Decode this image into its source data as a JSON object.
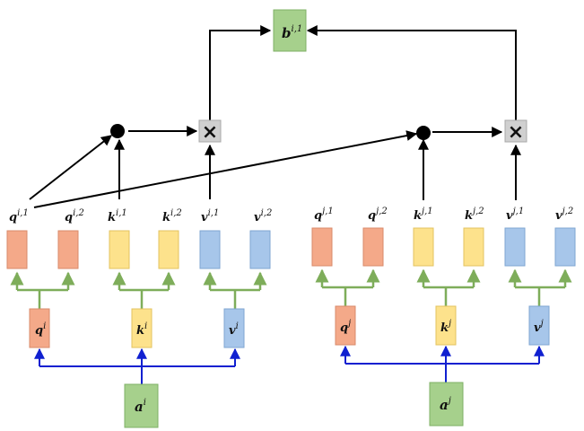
{
  "colors": {
    "q_fill": "#f4a989",
    "q_stroke": "#d98a6a",
    "k_fill": "#fde28c",
    "k_stroke": "#e3c35f",
    "v_fill": "#a7c6ea",
    "v_stroke": "#7fa6d1",
    "a_fill": "#a6d08c",
    "a_stroke": "#7fb066",
    "op_fill": "#d0d0d0",
    "op_stroke": "#a8a8a8",
    "green_arrow": "#7ead5a",
    "blue_arrow": "#1020d0",
    "black_arrow": "#000000"
  },
  "labels": {
    "b": {
      "base": "b",
      "sup": "i,1"
    },
    "multiply_symbol": "×",
    "i_group": {
      "a": {
        "base": "a",
        "sup": "i"
      },
      "q": {
        "base": "q",
        "sup": "i"
      },
      "k": {
        "base": "k",
        "sup": "i"
      },
      "v": {
        "base": "v",
        "sup": "i"
      },
      "q1": {
        "base": "q",
        "sup": "i,1"
      },
      "q2": {
        "base": "q",
        "sup": "i,2"
      },
      "k1": {
        "base": "k",
        "sup": "i,1"
      },
      "k2": {
        "base": "k",
        "sup": "i,2"
      },
      "v1": {
        "base": "v",
        "sup": "i,1"
      },
      "v2": {
        "base": "v",
        "sup": "i,2"
      }
    },
    "j_group": {
      "a": {
        "base": "a",
        "sup": "j"
      },
      "q": {
        "base": "q",
        "sup": "j"
      },
      "k": {
        "base": "k",
        "sup": "j"
      },
      "v": {
        "base": "v",
        "sup": "j"
      },
      "q1": {
        "base": "q",
        "sup": "j,1"
      },
      "q2": {
        "base": "q",
        "sup": "j,2"
      },
      "k1": {
        "base": "k",
        "sup": "j,1"
      },
      "k2": {
        "base": "k",
        "sup": "j,2"
      },
      "v1": {
        "base": "v",
        "sup": "j,1"
      },
      "v2": {
        "base": "v",
        "sup": "j,2"
      }
    }
  }
}
